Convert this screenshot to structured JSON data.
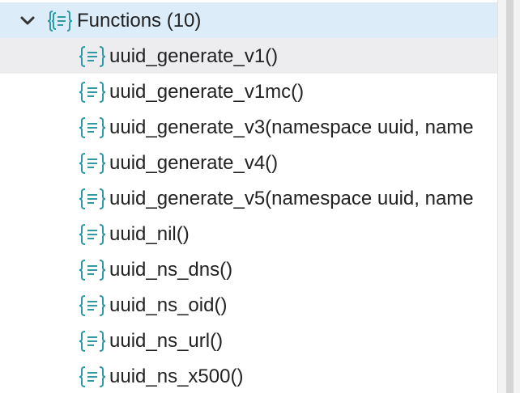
{
  "tree": {
    "group": {
      "label": "Functions (10)",
      "icon": "functions-icon",
      "expanded": true
    },
    "functions": [
      {
        "label": "uuid_generate_v1()",
        "selected": true
      },
      {
        "label": "uuid_generate_v1mc()",
        "selected": false
      },
      {
        "label": "uuid_generate_v3(namespace uuid, name",
        "selected": false
      },
      {
        "label": "uuid_generate_v4()",
        "selected": false
      },
      {
        "label": "uuid_generate_v5(namespace uuid, name",
        "selected": false
      },
      {
        "label": "uuid_nil()",
        "selected": false
      },
      {
        "label": "uuid_ns_dns()",
        "selected": false
      },
      {
        "label": "uuid_ns_oid()",
        "selected": false
      },
      {
        "label": "uuid_ns_url()",
        "selected": false
      },
      {
        "label": "uuid_ns_x500()",
        "selected": false
      }
    ]
  },
  "colors": {
    "group_row_bg": "#dcecf9",
    "selected_row_bg": "#ededf0",
    "icon_teal": "#2f9aa5",
    "text": "#222222"
  }
}
